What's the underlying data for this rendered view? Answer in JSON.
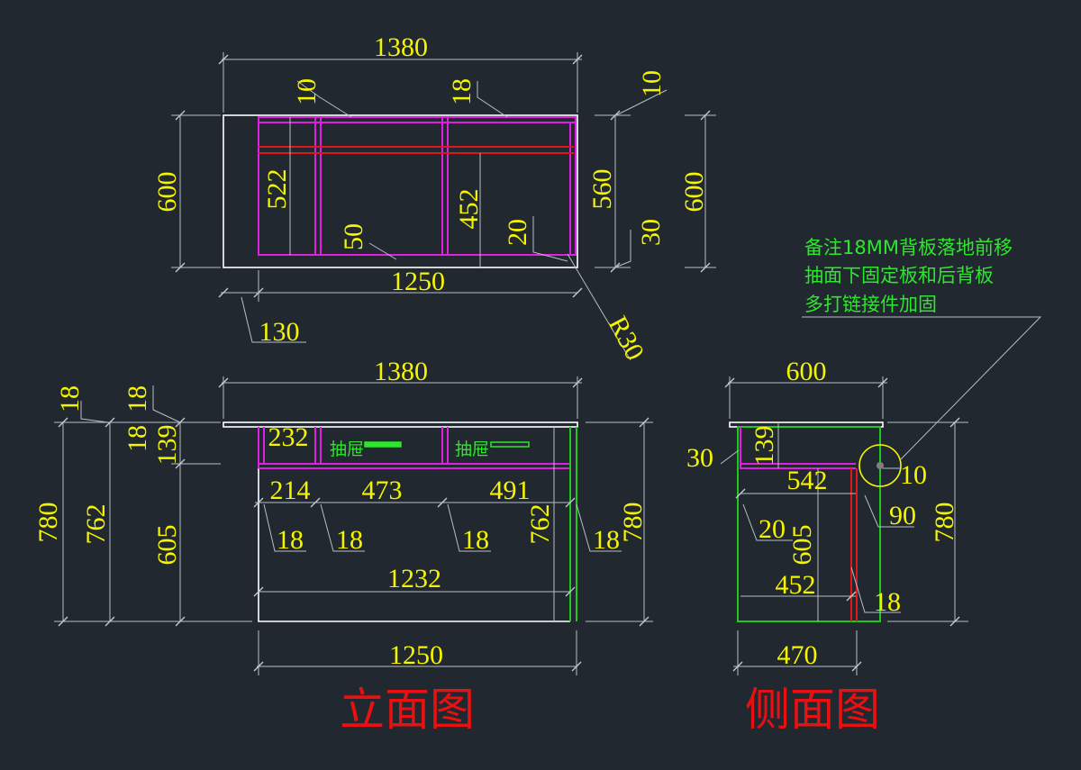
{
  "plan_view": {
    "dims": {
      "overall_width": "1380",
      "left_gap": "10",
      "center_gap": "18",
      "right_gap": "10",
      "left_depth": "600",
      "inner_depth": "522",
      "mid_depth": "452",
      "front_offset": "50",
      "corner_offset": "20",
      "right_depth": "560",
      "right_gap_bottom": "30",
      "right_overall_depth": "600",
      "top_width": "1250",
      "overhang": "130",
      "corner_radius": "R30"
    }
  },
  "note": {
    "line1": "备注18MM背板落地前移",
    "line2": "抽面下固定板和后背板",
    "line3": "多打链接件加固"
  },
  "front_view": {
    "title": "立面图",
    "drawer_left": "抽屉",
    "drawer_right": "抽屉",
    "dims": {
      "overall_width": "1380",
      "top_thk_a": "18",
      "top_thk_b": "18",
      "top_thk_c": "18",
      "drawer_height": "139",
      "drawer_width": "232",
      "bay_1": "214",
      "bay_2": "473",
      "bay_3": "491",
      "panel_1": "18",
      "panel_2": "18",
      "panel_3": "18",
      "panel_4": "18",
      "height_outer": "780",
      "height_body": "762",
      "height_under": "605",
      "height_inner": "762",
      "height_right": "780",
      "inner_width": "1232",
      "bottom_width": "1250"
    }
  },
  "side_view": {
    "title": "侧面图",
    "dims": {
      "top_depth": "600",
      "left_offset": "30",
      "drawer_height": "139",
      "drawer_depth": "542",
      "edge_gap": "10",
      "back_gap": "90",
      "toe_gap": "20",
      "leg_height": "605",
      "inner_depth": "452",
      "panel": "18",
      "height": "780",
      "base_depth": "470"
    }
  }
}
